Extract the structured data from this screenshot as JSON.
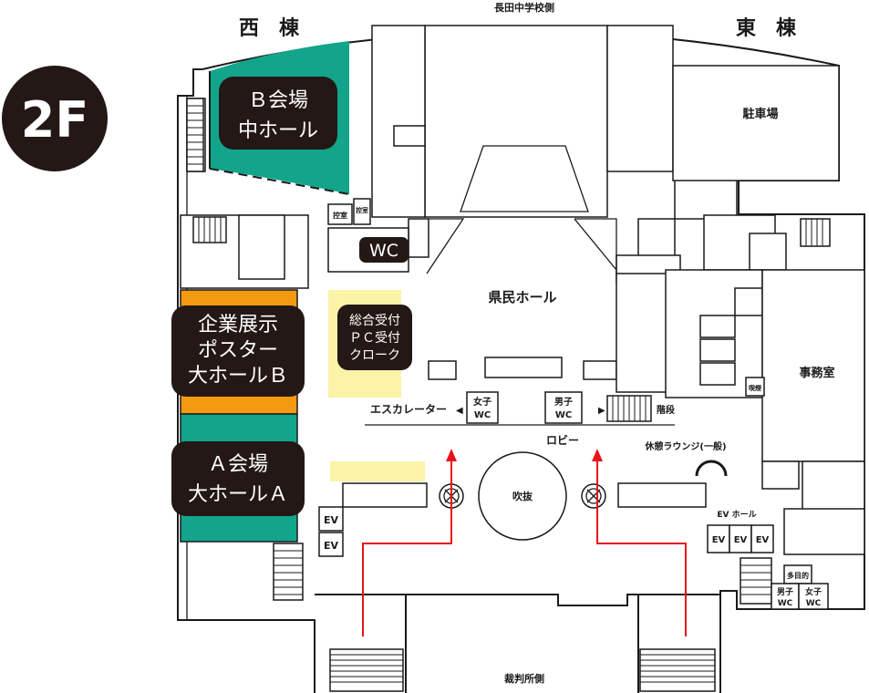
{
  "floor_badge": "2F",
  "wings": {
    "west": "西　棟",
    "east": "東　棟"
  },
  "sides": {
    "north": "長田中学校側",
    "south": "裁判所側"
  },
  "halls": {
    "b_venue": {
      "line1": "Ｂ会場",
      "line2": "中ホール"
    },
    "exhibit": {
      "line1": "企業展示",
      "line2": "ポスター",
      "line3": "大ホールＢ"
    },
    "a_venue": {
      "line1": "Ａ会場",
      "line2": "大ホールＡ"
    }
  },
  "reception": {
    "line1": "総合受付",
    "line2": "ＰＣ受付",
    "line3": "クローク"
  },
  "wc_pill": "WC",
  "rooms": {
    "kenmin_hall": "県民ホール",
    "parking": "駐車場",
    "office": "事務室",
    "lobby": "ロビー",
    "atrium": "吹抜",
    "escalator": "エスカレーター",
    "stairs": "階段",
    "lounge": "休憩ラウンジ(一般)",
    "ev_hall": "EV ホール",
    "control_room": "控室",
    "smoking": "喫煙",
    "women_wc": {
      "line1": "女子",
      "line2": "WC"
    },
    "men_wc": {
      "line1": "男子",
      "line2": "WC"
    },
    "multi_wc": "多目的",
    "east_men_wc": {
      "line1": "男子",
      "line2": "WC"
    },
    "east_women_wc": {
      "line1": "女子",
      "line2": "WC"
    },
    "ev": "EV",
    "control_vertical": "控室"
  },
  "colors": {
    "teal": "#12a58c",
    "orange": "#f39a11",
    "yellow": "#fbf3a7",
    "dark_pill": "#231815",
    "arrow": "#e8141b"
  }
}
